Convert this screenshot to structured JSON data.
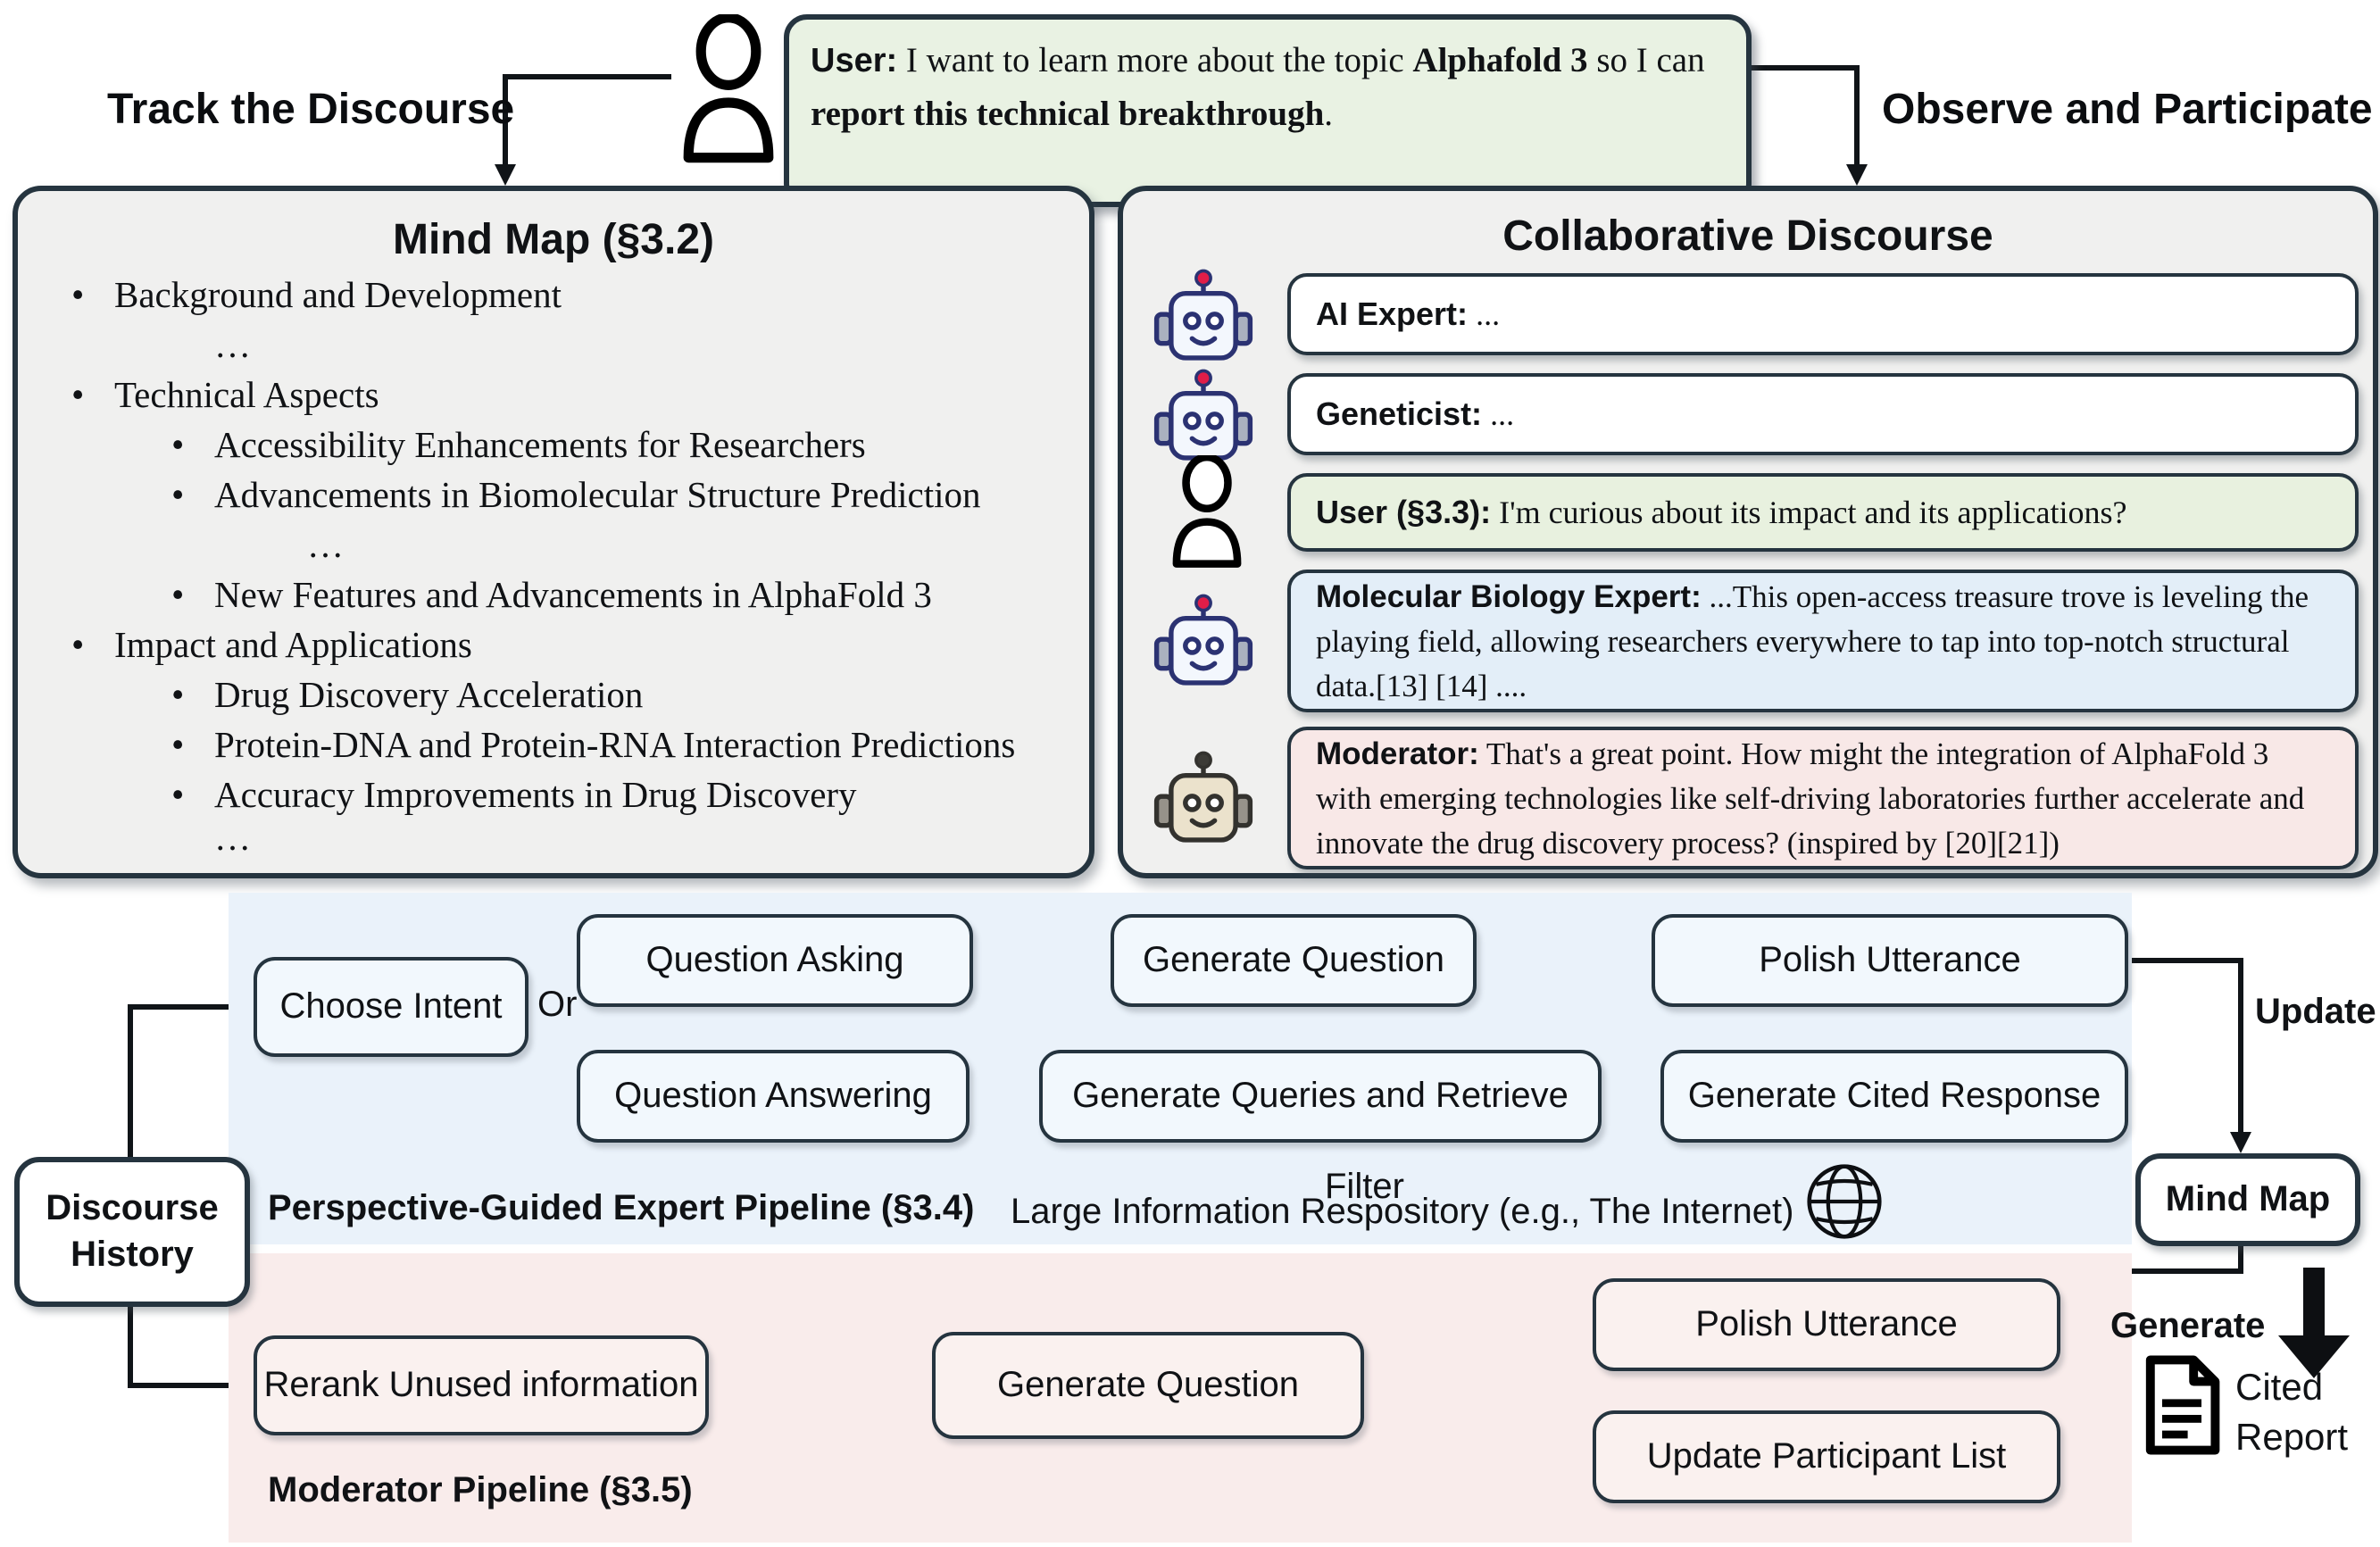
{
  "top": {
    "track_label": "Track the Discourse",
    "observe_label": "Observe and Participate",
    "user_message": {
      "segments": [
        {
          "t": "User:"
        },
        {
          "t": " I want to learn more about the topic "
        },
        {
          "t": "Alphafold 3"
        },
        {
          "t": " so I can "
        },
        {
          "t": "report this technical breakthrough"
        },
        {
          "t": "."
        }
      ]
    }
  },
  "mind_map_panel": {
    "title": "Mind Map (§3.2)",
    "items": [
      {
        "text": "Background and Development"
      },
      {
        "text": "…"
      },
      {
        "text": "Technical Aspects"
      },
      {
        "text": "Accessibility Enhancements for Researchers"
      },
      {
        "text": "Advancements in Biomolecular Structure Prediction"
      },
      {
        "text": "…"
      },
      {
        "text": "New Features and Advancements in AlphaFold 3"
      },
      {
        "text": "Impact and Applications"
      },
      {
        "text": "Drug Discovery Acceleration"
      },
      {
        "text": "Protein-DNA and Protein-RNA Interaction Predictions"
      },
      {
        "text": "Accuracy Improvements in Drug Discovery"
      },
      {
        "text": "…"
      }
    ]
  },
  "discourse_panel": {
    "title": "Collaborative Discourse",
    "messages": [
      {
        "speaker": "AI Expert:",
        "text": " ...",
        "kind": "expert"
      },
      {
        "speaker": "Geneticist:",
        "text": " ...",
        "kind": "expert"
      },
      {
        "speaker": "User (§3.3):",
        "text": " I'm curious about its impact and its applications?",
        "kind": "user"
      },
      {
        "speaker": "Molecular Biology Expert:",
        "text": " ...This open-access treasure trove is leveling the playing field, allowing researchers everywhere to tap into top-notch structural data.[13] [14] ....",
        "kind": "expert-cited"
      },
      {
        "speaker": "Moderator:",
        "text": " That's a great point. How might the integration of AlphaFold 3 with emerging technologies like self-driving laboratories further accelerate and innovate the drug discovery process? (inspired by [20][21])",
        "kind": "moderator"
      }
    ]
  },
  "expert_pipeline": {
    "caption": "Perspective-Guided Expert Pipeline (§3.4)",
    "or_label": "Or",
    "filter_label": "Filter",
    "repository_label": "Large Information Respository (e.g., The Internet)",
    "update_label": "Update",
    "nodes": {
      "choose_intent": "Choose Intent",
      "question_asking": "Question Asking",
      "generate_question": "Generate Question",
      "polish_utterance": "Polish Utterance",
      "question_answering": "Question Answering",
      "generate_queries": "Generate Queries and Retrieve",
      "generate_cited_response": "Generate Cited Response"
    }
  },
  "moderator_pipeline": {
    "caption": "Moderator Pipeline (§3.5)",
    "generate_label": "Generate",
    "nodes": {
      "rerank": "Rerank Unused information",
      "generate_question": "Generate Question",
      "polish_utterance": "Polish Utterance",
      "update_participant_list": "Update Participant List"
    }
  },
  "side": {
    "discourse_history": "Discourse History",
    "mind_map_node": "Mind Map",
    "cited_report_line1": "Cited",
    "cited_report_line2": "Report"
  },
  "colors": {
    "border_dark": "#25343f",
    "panel_gray": "#f0f0ef",
    "user_green": "#e9f2e3",
    "expert_blue": "#e3eef8",
    "moderator_pink": "#f8e8e7",
    "pipeline_blue_bg": "#eaf2fa",
    "pipeline_pink_bg": "#f9eceb",
    "blue_node": "#f2f8fd",
    "pink_node": "#faf1ef",
    "robot_navy": "#2b3272",
    "robot_tan_face": "#ebe2cc",
    "antenna_red": "#e11d48"
  }
}
